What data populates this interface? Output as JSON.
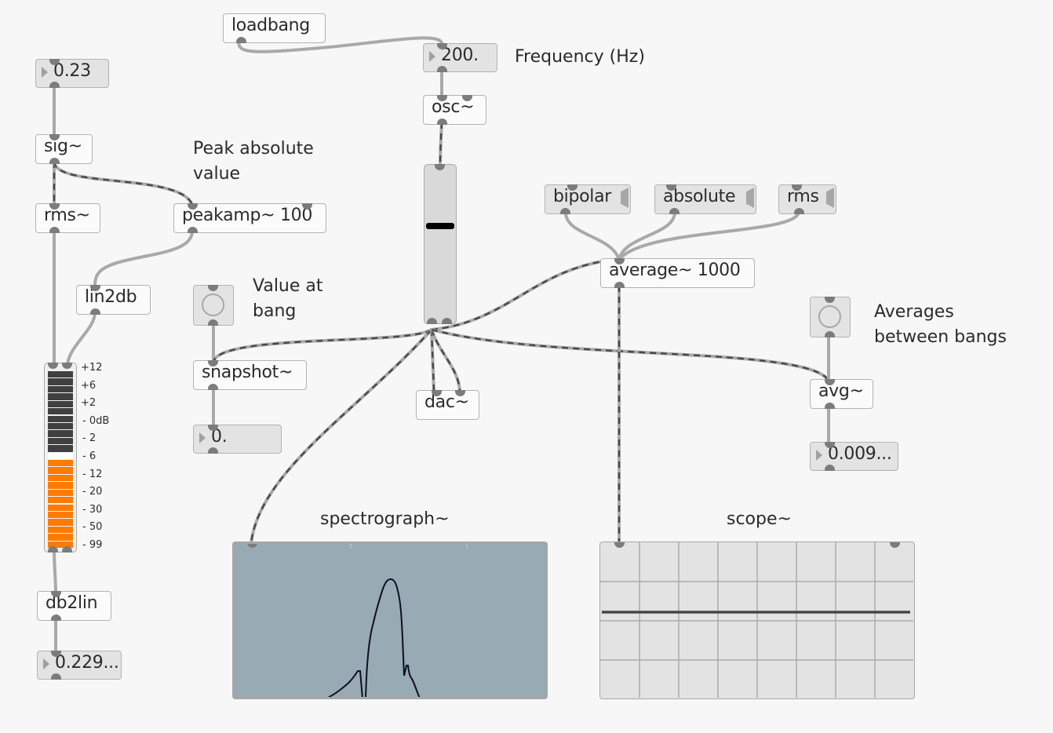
{
  "patch": {
    "objects": {
      "loadbang": "loadbang",
      "osc": "osc~",
      "sig": "sig~",
      "rms_obj": "rms~",
      "peakamp": "peakamp~ 100",
      "lin2db": "lin2db",
      "db2lin": "db2lin",
      "snapshot": "snapshot~",
      "dac": "dac~",
      "average": "average~ 1000",
      "avg": "avg~"
    },
    "number_boxes": {
      "frequency": "200.",
      "sig_input": "0.23",
      "snapshot_out": "0.",
      "db2lin_out": "0.229...",
      "avg_out": "0.009..."
    },
    "messages": {
      "bipolar": "bipolar",
      "absolute": "absolute",
      "rms": "rms"
    },
    "comments": {
      "frequency": "Frequency (Hz)",
      "peak_line1": "Peak absolute",
      "peak_line2": "value",
      "value_line1": "Value at",
      "value_line2": "bang",
      "averages_line1": "Averages",
      "averages_line2": "between bangs",
      "spectrograph_label": "spectrograph~",
      "scope_label": "scope~"
    },
    "slider": {
      "value_fraction": 0.62
    },
    "meter": {
      "labels": [
        "+12",
        "+6",
        "+2",
        "- 0dB",
        "- 2",
        "- 6",
        "- 12",
        "- 20",
        "- 30",
        "- 50",
        "- 99"
      ],
      "lit_segments": 12,
      "total_segments": 24,
      "colors": {
        "unlit": "#404040",
        "lit": "#ff7b00",
        "gap": "#ffffff"
      }
    },
    "colors": {
      "background": "#f7f7f7",
      "spectrograph_bg": "#98aab3",
      "spectrograph_line": "#0d0f24",
      "scope_bg": "#e3e3e3",
      "scope_trace": "#474747",
      "cord": "#a9a9a9",
      "signal_dash": "#4a4a4a"
    }
  }
}
